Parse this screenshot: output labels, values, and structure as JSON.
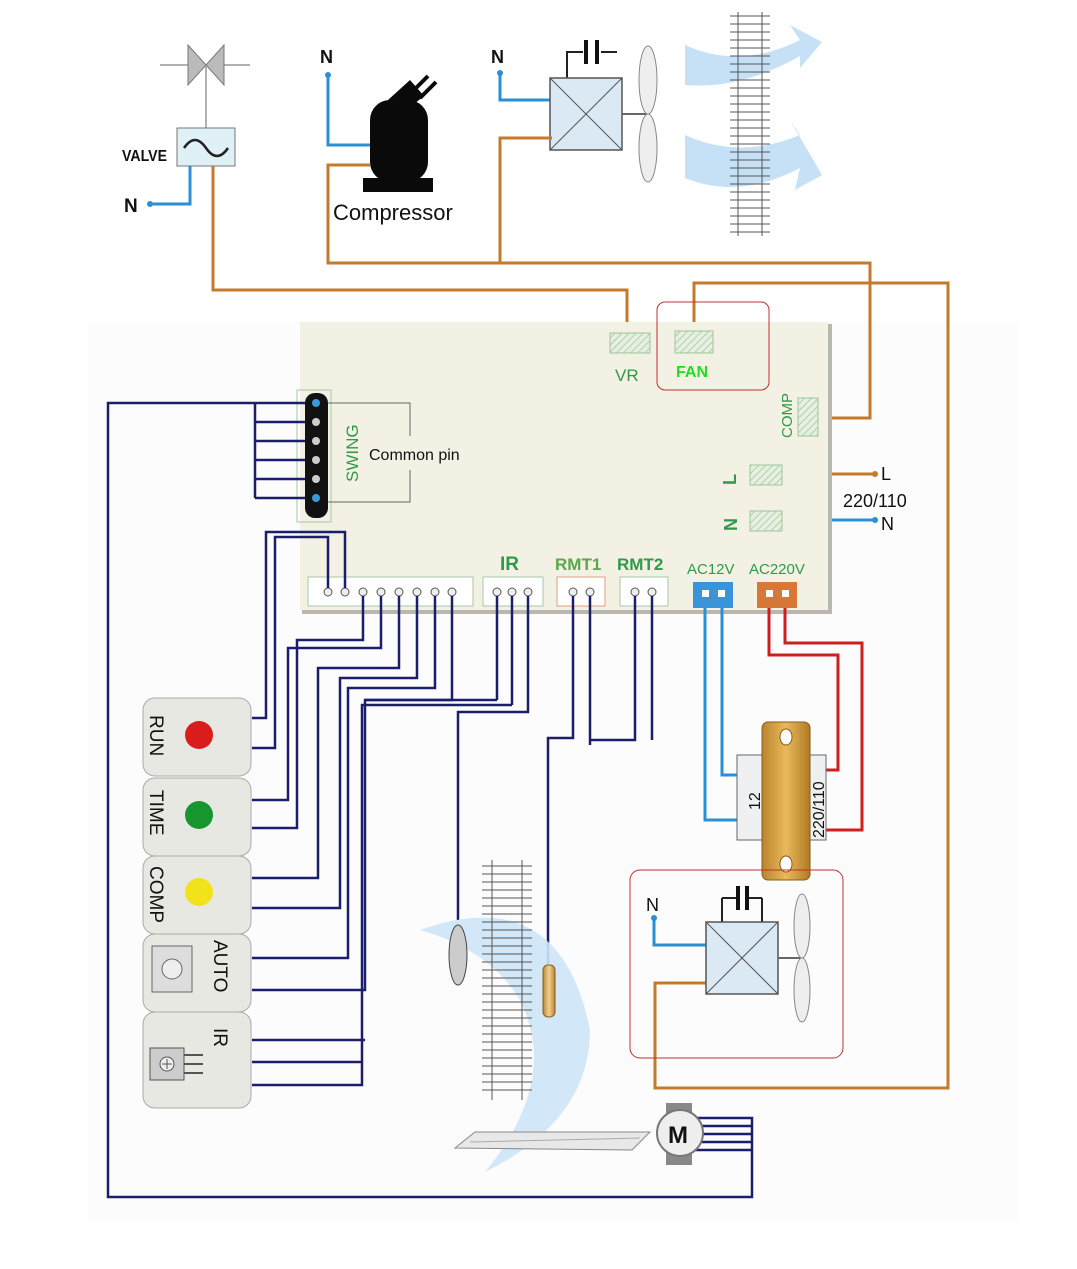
{
  "top": {
    "valve_label": "VALVE",
    "valve_neutral": "N",
    "compressor_label": "Compressor",
    "compressor_neutral": "N",
    "outdoor_fan_neutral": "N"
  },
  "board": {
    "vr_label": "VR",
    "fan_label": "FAN",
    "comp_label": "COMP",
    "swing_label": "SWING",
    "common_pin_label": "Common pin",
    "l_label": "L",
    "n_label": "N",
    "ir_label": "IR",
    "rmt1_label": "RMT1",
    "rmt2_label": "RMT2",
    "ac12v_label": "AC12V",
    "ac220v_label": "AC220V"
  },
  "supply": {
    "line_label": "L",
    "voltage_label": "220/110",
    "neutral_label": "N"
  },
  "transformer": {
    "low_label": "12",
    "high_label": "220/110"
  },
  "panel": {
    "run_label": "RUN",
    "time_label": "TIME",
    "comp_label": "COMP",
    "auto_label": "AUTO",
    "ir_label": "IR"
  },
  "indoor_fan": {
    "neutral_label": "N"
  },
  "motor": {
    "label": "M"
  },
  "colors": {
    "line_wire": "#c47a2c",
    "neutral_wire": "#2a8fd6",
    "signal_wire": "#1b1f6b",
    "ac220_wire": "#cc1f1f",
    "board": "#f2f1e3",
    "board_text": "#2e9a4a",
    "fan_highlight": "#22dd22",
    "highlight_box": "#c03030",
    "run_led": "#d91c1c",
    "time_led": "#17962f",
    "comp_led": "#f2e21a"
  }
}
